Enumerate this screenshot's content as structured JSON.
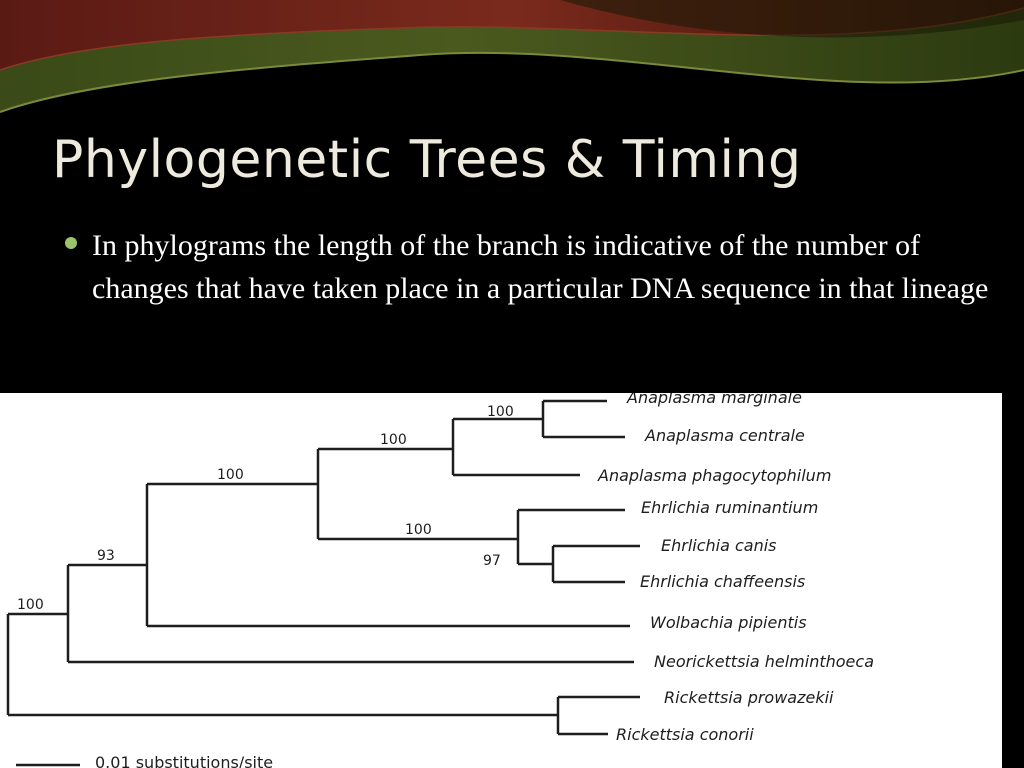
{
  "slide": {
    "title": "Phylogenetic Trees & Timing",
    "bullet": "In phylograms the length of the branch is indicative of the number of changes that have taken place in a particular DNA sequence in that lineage"
  },
  "tree": {
    "taxa": [
      "Anaplasma marginale",
      "Anaplasma centrale",
      "Anaplasma phagocytophilum",
      "Ehrlichia ruminantium",
      "Ehrlichia canis",
      "Ehrlichia chaffeensis",
      "Wolbachia pipientis",
      "Neorickettsia helminthoeca",
      "Rickettsia prowazekii",
      "Rickettsia conorii"
    ],
    "support": {
      "root": "100",
      "n93": "93",
      "n100a": "100",
      "anaplasma_clade": "100",
      "marg_cent": "100",
      "ehrlichia_clade": "100",
      "canis_chaff": "97"
    },
    "scale_label": "0.01 substitutions/site"
  },
  "colors": {
    "background": "#000000",
    "title": "#eeeade",
    "bullet": "#9bc46a",
    "tree_panel": "#ffffff",
    "tree_ink": "#1e1e1e"
  }
}
